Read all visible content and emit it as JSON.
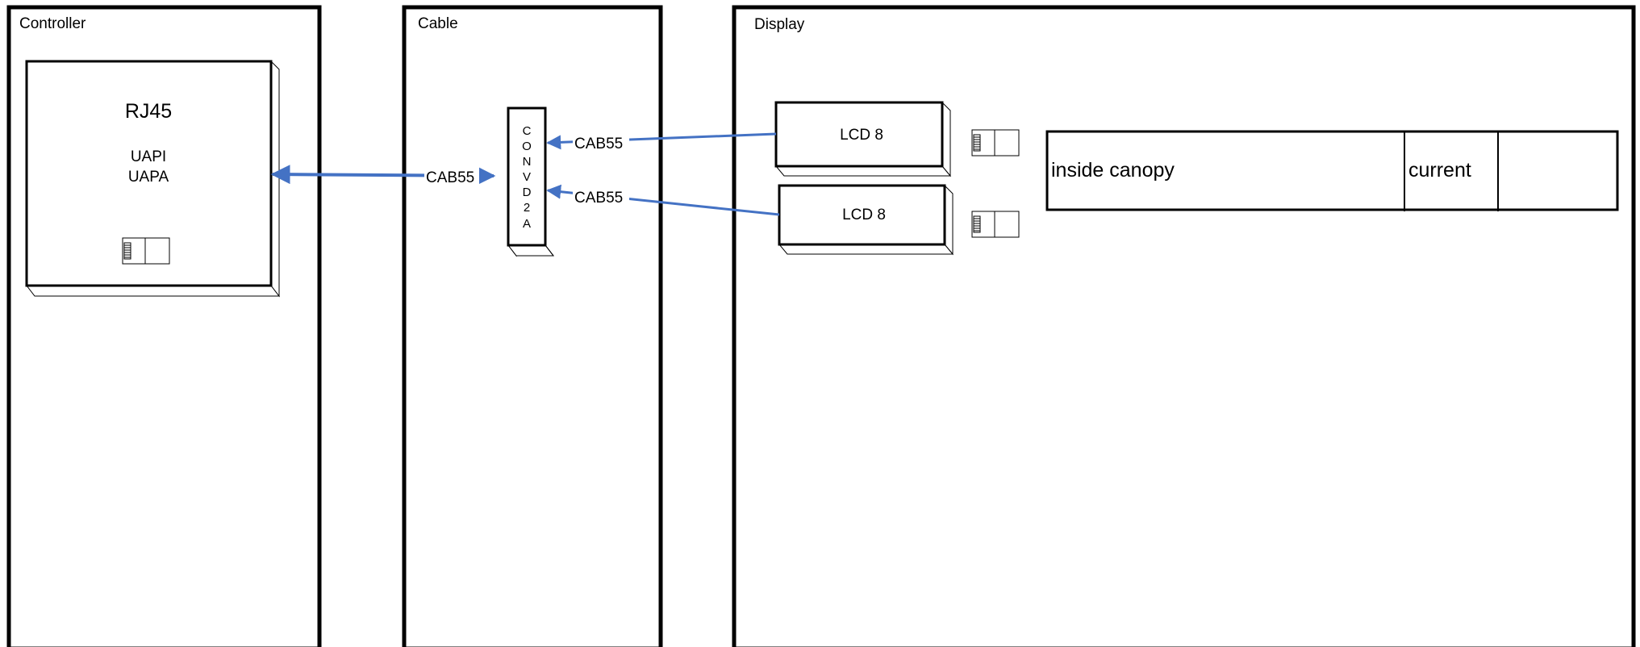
{
  "panels": {
    "controller": "Controller",
    "cable": "Cable",
    "display": "Display"
  },
  "controller": {
    "title": "RJ45",
    "line1": "UAPI",
    "line2": "UAPA"
  },
  "converter": {
    "letters": [
      "C",
      "O",
      "N",
      "V",
      "D",
      "2",
      "A"
    ]
  },
  "cables": {
    "left": "CAB55",
    "top": "CAB55",
    "bottom": "CAB55"
  },
  "lcd": {
    "top": "LCD 8",
    "bottom": "LCD 8"
  },
  "table": {
    "location": "inside canopy",
    "status": "current",
    "value": ""
  },
  "colors": {
    "connector": "#4472c4",
    "stroke": "#000000"
  }
}
